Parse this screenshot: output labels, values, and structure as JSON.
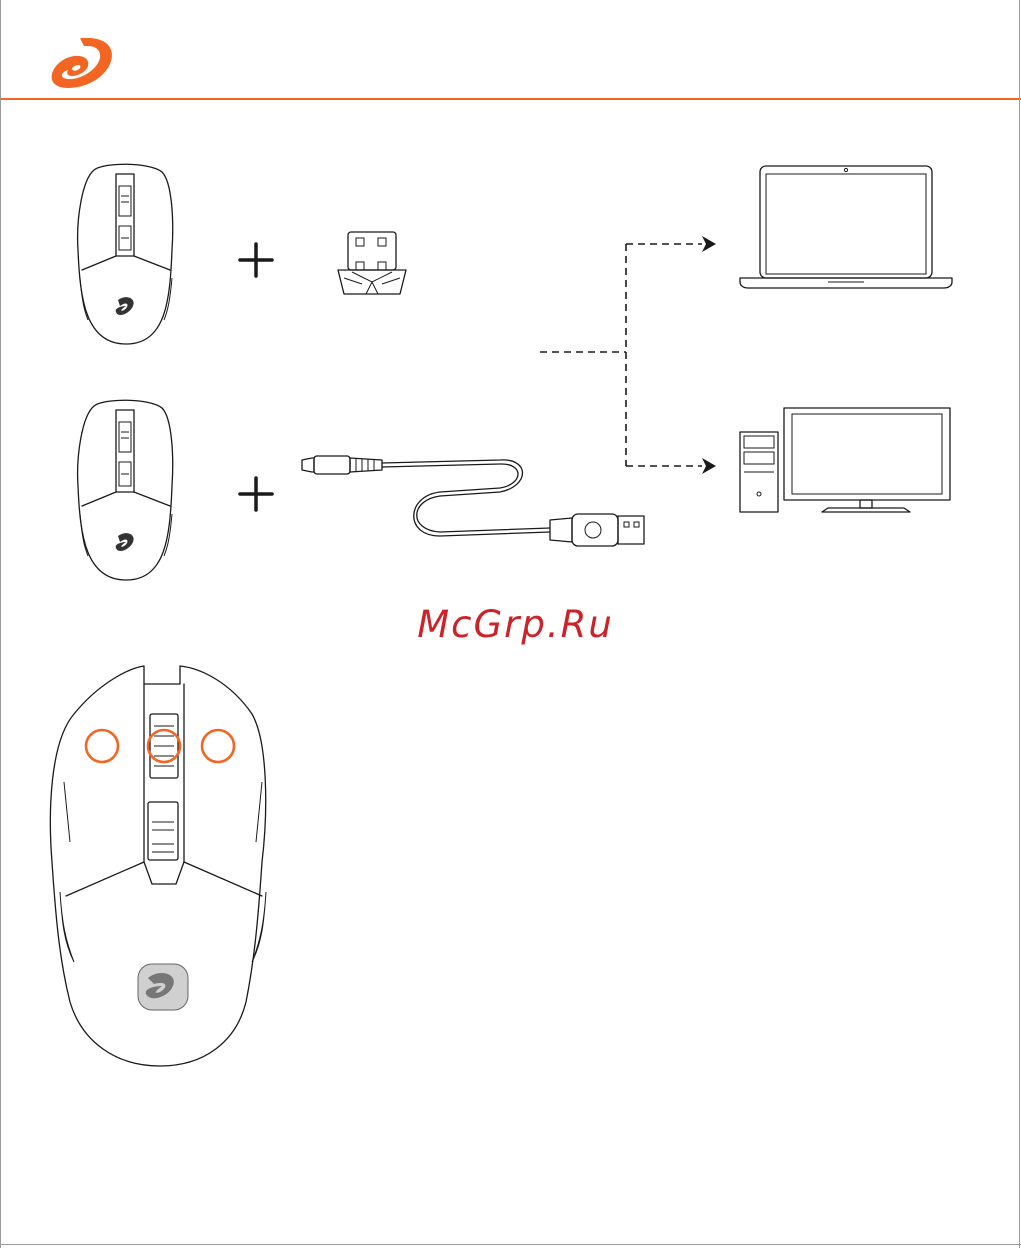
{
  "header": {
    "logo_icon": "brand-logo",
    "accent_color": "#f26522"
  },
  "diagram": {
    "devices": [
      "laptop-icon",
      "desktop-pc-icon"
    ],
    "accessories": [
      "usb-receiver-icon",
      "usb-cable-icon"
    ],
    "connector": "plus-icon"
  },
  "mouse_callouts": {
    "count": 3,
    "color": "#f26522"
  },
  "watermark": {
    "text": "McGrp.Ru",
    "color": "#cc2229"
  }
}
